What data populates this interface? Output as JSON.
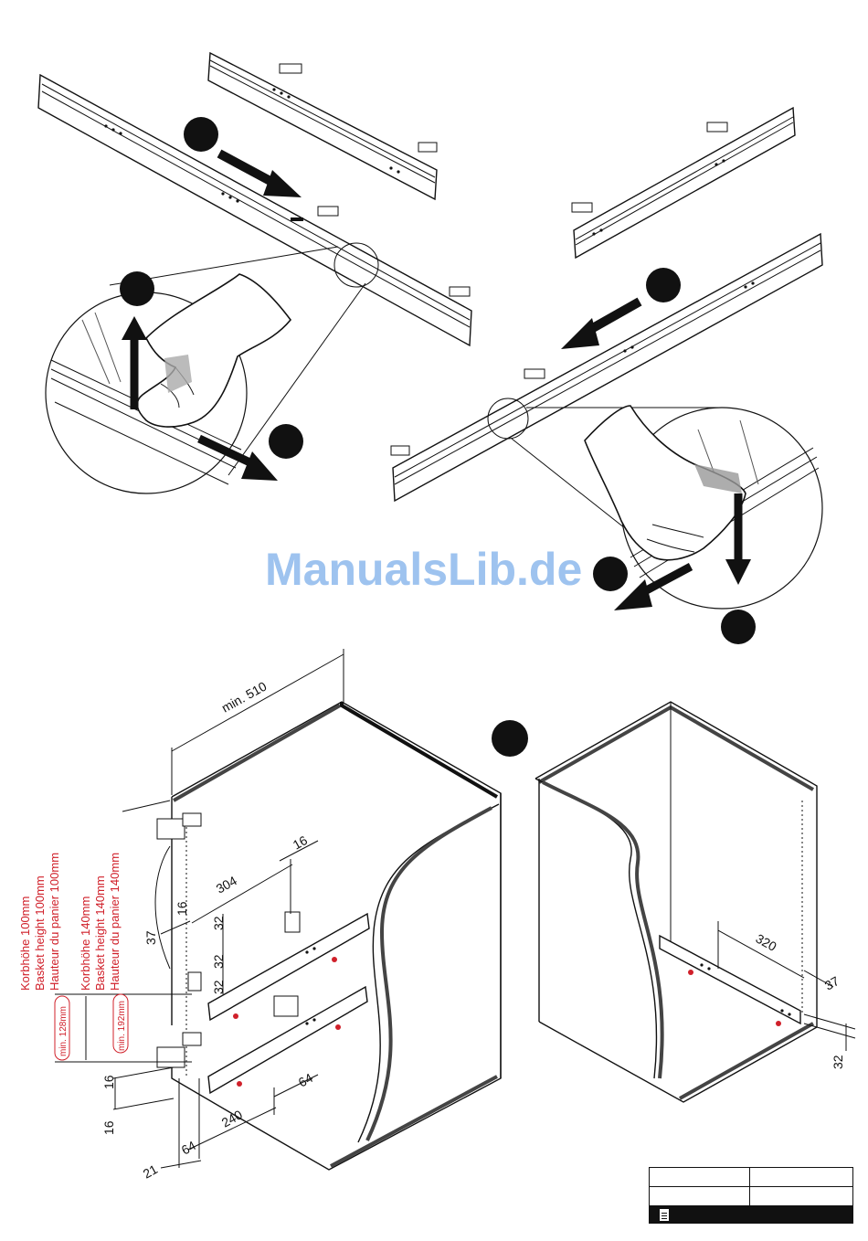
{
  "watermark": "ManualsLib.de",
  "dimensions": {
    "depth": "min. 510",
    "spacing_304": "304",
    "offset_16_top": "16",
    "offset_16_left": "16",
    "inset_37": "37",
    "vert_32_a": "32",
    "vert_32_b": "32",
    "vert_32_c": "32",
    "spacing_64_a": "64",
    "spacing_240": "240",
    "spacing_64_b": "64",
    "offset_21": "21",
    "offset_16_low_a": "16",
    "offset_16_low_b": "16",
    "right_320": "320",
    "right_37": "37",
    "right_32": "32"
  },
  "basket_labels": {
    "height_100_de": "Korbhöhe 100mm",
    "height_100_en": "Basket height 100mm",
    "height_100_fr": "Hauteur du panier 100mm",
    "height_140_de": "Korbhöhe 140mm",
    "height_140_en": "Basket height 140mm",
    "height_140_fr": "Hauteur du panier 140mm",
    "min_128": "min. 128mm",
    "min_192": "min. 192mm"
  },
  "colors": {
    "accent_red": "#d0202a",
    "watermark_blue": "#9ec3ef",
    "line": "#111111"
  },
  "icons": [
    "hand-icon",
    "arrow-icon",
    "step-dot-icon",
    "document-icon"
  ]
}
